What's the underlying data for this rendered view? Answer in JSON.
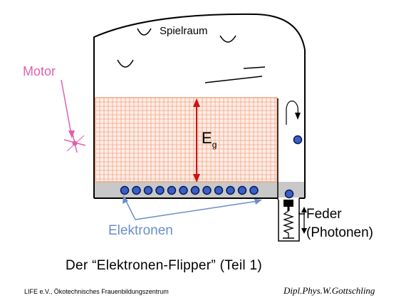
{
  "labels": {
    "spielraum": "Spielraum",
    "motor": "Motor",
    "eg_main": "E",
    "eg_sub": "g",
    "feder_line1": "Feder",
    "feder_line2": "(Photonen)",
    "elektronen": "Elektronen"
  },
  "title": "Der “Elektronen-Flipper” (Teil 1)",
  "footer": {
    "left": "LIFE e.V., Ökotechnisches Frauenbildungszentrum",
    "right": "Dipl.Phys.W.Gottschling"
  },
  "colors": {
    "outline": "#000000",
    "grid": "#f2a584",
    "grid_bg": "#fdeee6",
    "band": "#c8c8c8",
    "electron_fill": "#3a5fc8",
    "electron_stroke": "#0a1a50",
    "arrow_red": "#d41010",
    "motor_pink": "#e060b0",
    "elektronen_blue": "#6b8ec8"
  },
  "electron_count_row": 12
}
